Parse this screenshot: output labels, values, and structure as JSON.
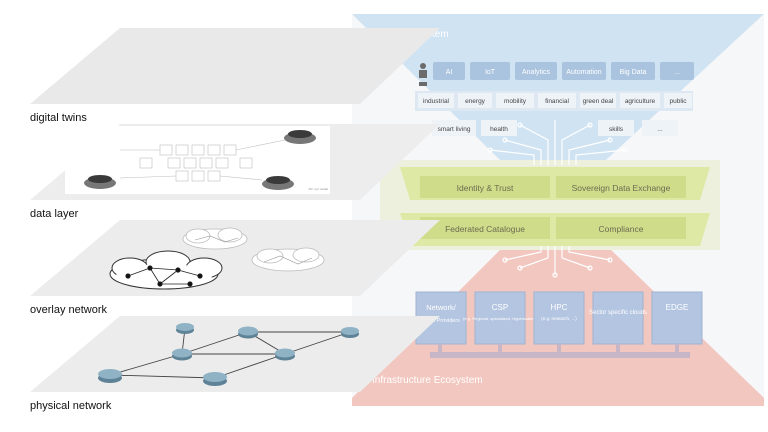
{
  "layers": [
    {
      "label": "digital twins"
    },
    {
      "label": "data layer"
    },
    {
      "label": "overlay network"
    },
    {
      "label": "physical network"
    }
  ],
  "ecosystem": {
    "title_fragment": "tem",
    "tech_row": [
      "AI",
      "IoT",
      "Analytics",
      "Automation",
      "Big Data",
      "..."
    ],
    "domain_row1": [
      "industrial",
      "energy",
      "mobility",
      "financial",
      "green deal",
      "agriculture",
      "public"
    ],
    "domain_row2": [
      "smart living",
      "health",
      "skills",
      "..."
    ],
    "bands": [
      {
        "left": "Identity & Trust",
        "right": "Sovereign Data Exchange"
      },
      {
        "left": "Federated Catalogue",
        "right": "Compliance"
      }
    ],
    "infra_boxes": [
      {
        "title": "Network/",
        "sub": "Com. Providers"
      },
      {
        "title": "CSP",
        "sub": "(e.g. Regional, specialized, Hyperscalers)"
      },
      {
        "title": "HPC",
        "sub": "(e.g. research, ...)"
      },
      {
        "title": "Sector specific clouds",
        "sub": ""
      },
      {
        "title": "EDGE",
        "sub": ""
      }
    ],
    "infra_title": "Infrastructure Ecosystem"
  },
  "colors": {
    "top_wedge": "#cfe3f3",
    "bottom_wedge": "#f2c7c0",
    "band": "#dfe9a6",
    "box": "#b3c5e0",
    "router": "#7fa3b8"
  },
  "data_layer_caption": "Pic: xyz model"
}
